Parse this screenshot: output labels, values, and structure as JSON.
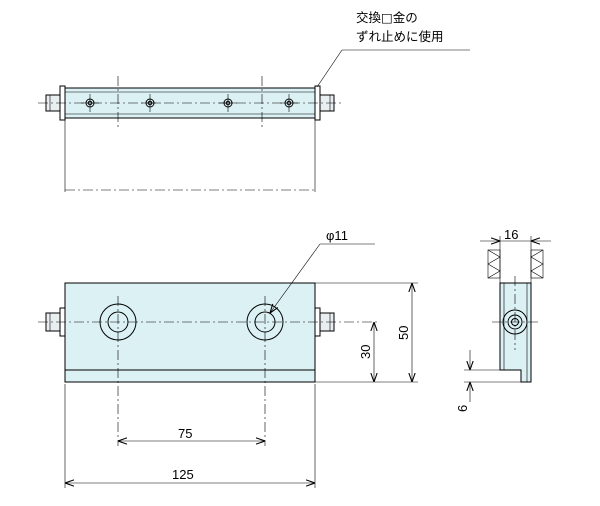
{
  "note": {
    "line1": "交換□金の",
    "line2": "ずれ止めに使用"
  },
  "dimensions": {
    "hole_dia": "φ11",
    "pitch": "75",
    "length": "125",
    "hole_height": "30",
    "height": "50",
    "width": "16",
    "base_thickness": "6"
  },
  "colors": {
    "part_fill": "#dcf1f4",
    "line": "#000000"
  }
}
